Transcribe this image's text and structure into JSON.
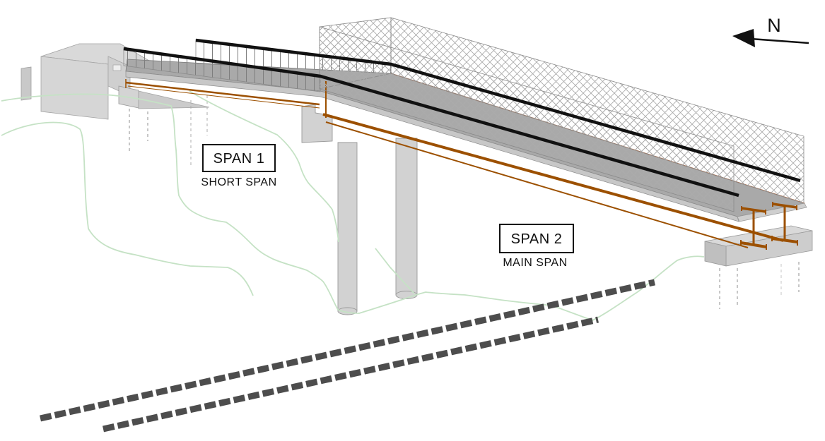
{
  "diagram": {
    "type": "bridge-general-arrangement-3d-view",
    "span1": {
      "title": "SPAN 1",
      "subtitle": "SHORT SPAN"
    },
    "span2": {
      "title": "SPAN 2",
      "subtitle": "MAIN SPAN"
    },
    "compass": {
      "label": "N",
      "direction": "left"
    }
  },
  "colors": {
    "concrete": "#d5d5d5",
    "deck_surface": "#a9a9a9",
    "deck_fascia": "#c7c7c7",
    "girder_steel": "#9c5000",
    "handrail": "#111111",
    "fence_mesh": "#ababab",
    "railing_pickets": "#7d7d7d",
    "ground_contour": "#c5e2c5",
    "road_dashed": "#4d4d4d",
    "deck_edge_line": "#b35a2a",
    "background": "#ffffff"
  }
}
